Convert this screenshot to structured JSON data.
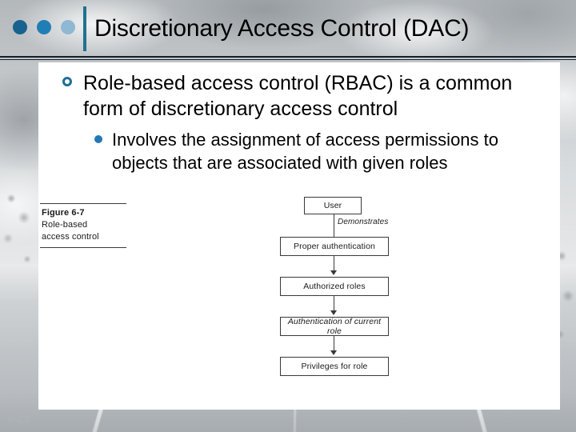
{
  "slide": {
    "title": "Discretionary Access Control (DAC)",
    "page_number": "6-23",
    "accent_colors": {
      "dot_dark": "#17628e",
      "dot_mid": "#1f7fb4",
      "dot_light": "#8fb8d2",
      "title_bar": "#1f7390",
      "bullet_ring": "#1f6f96",
      "bullet_dot": "#2578b8",
      "rule": "#14202c",
      "text": "#000000"
    }
  },
  "title_marks": {
    "dot_1": "circle-dot-icon",
    "dot_2": "circle-dot-icon",
    "dot_3": "circle-dot-icon",
    "vertical_bar": "title-divider-bar"
  },
  "bullets": {
    "level1": {
      "marker": "hollow-circle-bullet",
      "text": "Role-based access control (RBAC) is a common form of discretionary access control"
    },
    "level2": {
      "marker": "filled-dot-bullet",
      "text": "Involves the assignment of access permissions to objects that are associated with given roles"
    }
  },
  "figure": {
    "caption": {
      "title": "Figure 6-7",
      "line1": "Role-based",
      "line2": "access control"
    },
    "flow": {
      "nodes": [
        {
          "id": "user",
          "label": "User",
          "style": "normal"
        },
        {
          "id": "auth",
          "label": "Proper authentication",
          "style": "normal"
        },
        {
          "id": "roles",
          "label": "Authorized roles",
          "style": "normal"
        },
        {
          "id": "curr",
          "label": "Authentication of current role",
          "style": "italic"
        },
        {
          "id": "priv",
          "label": "Privileges for role",
          "style": "normal"
        }
      ],
      "edge_label": "Demonstrates"
    }
  }
}
